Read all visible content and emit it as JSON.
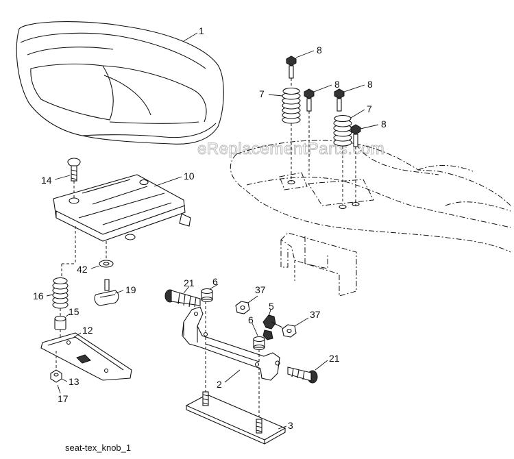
{
  "watermark": "eReplacementParts.com",
  "caption": "seat-tex_knob_1",
  "callouts": {
    "seat": "1",
    "seat_pan": "10",
    "carriage_bolt": "14",
    "washer": "42",
    "knob": "19",
    "spring_left": "16",
    "spacer": "15",
    "slide": "12",
    "nut_left": "13",
    "nut_left_alt": "17",
    "bolt_top_1": "8",
    "bolt_top_2": "8",
    "bolt_top_3": "8",
    "bolt_top_4": "8",
    "spring_right_1": "7",
    "spring_right_2": "7",
    "bolt_21_a": "21",
    "bolt_21_b": "21",
    "bushing_6_a": "6",
    "bushing_6_b": "6",
    "nut_37_a": "37",
    "nut_37_b": "37",
    "clip": "5",
    "bracket": "2",
    "plate": "3"
  }
}
